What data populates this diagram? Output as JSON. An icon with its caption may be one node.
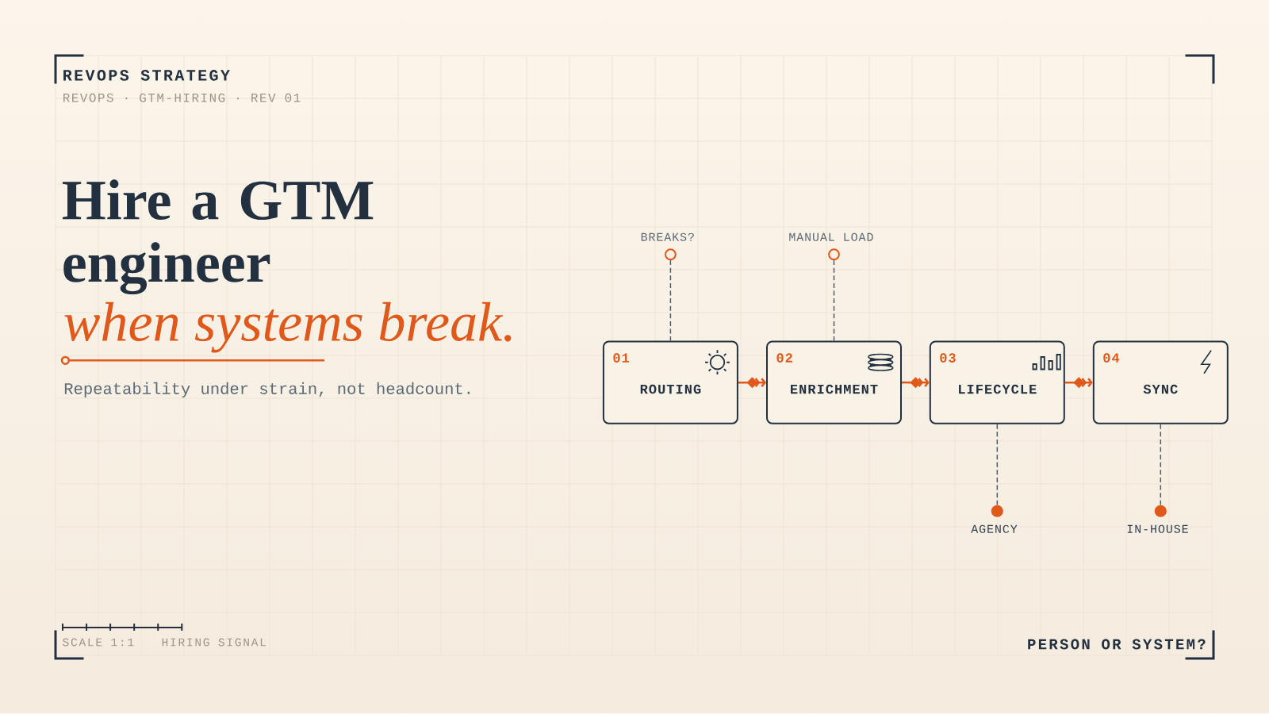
{
  "diagram": {
    "title": "Hire a GTM engineer",
    "nodes": [
      {
        "text": [],
        "shape": "circle",
        "beside": [
          "BREAKS?"
        ]
      },
      {
        "text": [],
        "shape": "circle",
        "beside": [
          "MANUAL LOAD"
        ]
      },
      {
        "text": [
          "01",
          "ROUTING"
        ]
      },
      {
        "text": [
          "02",
          "ENRICHMENT"
        ]
      },
      {
        "text": [
          "03",
          "LIFECYCLE"
        ]
      },
      {
        "text": [
          "04",
          "SYNC"
        ]
      },
      {
        "text": [],
        "shape": "dot",
        "beside": [
          "AGENCY"
        ]
      },
      {
        "text": [],
        "shape": "dot",
        "beside": [
          "IN-HOUSE"
        ]
      }
    ],
    "edges": [
      {
        "from": 2,
        "to": 3,
        "arrow": "to",
        "color": "#e0581a"
      },
      {
        "from": 3,
        "to": 4,
        "arrow": "to",
        "color": "#e0581a"
      },
      {
        "from": 4,
        "to": 5,
        "arrow": "to",
        "color": "#e0581a"
      },
      {
        "from": 0,
        "to": 2,
        "arrow": "none",
        "style": "dashed",
        "color": "#4b5866"
      },
      {
        "from": 1,
        "to": 3,
        "arrow": "none",
        "style": "dashed",
        "color": "#4b5866"
      },
      {
        "from": 4,
        "to": 6,
        "arrow": "none",
        "style": "dashed",
        "color": "#4b5866"
      },
      {
        "from": 5,
        "to": 7,
        "arrow": "none",
        "style": "dashed",
        "color": "#4b5866"
      }
    ],
    "labels": [
      "REVOPS STRATEGY",
      "REVOPS · GTM-HIRING · REV 01",
      "when systems break.",
      "Repeatability under strain, not headcount.",
      "SCALE 1:1",
      "HIRING SIGNAL",
      "PERSON OR SYSTEM?"
    ]
  }
}
